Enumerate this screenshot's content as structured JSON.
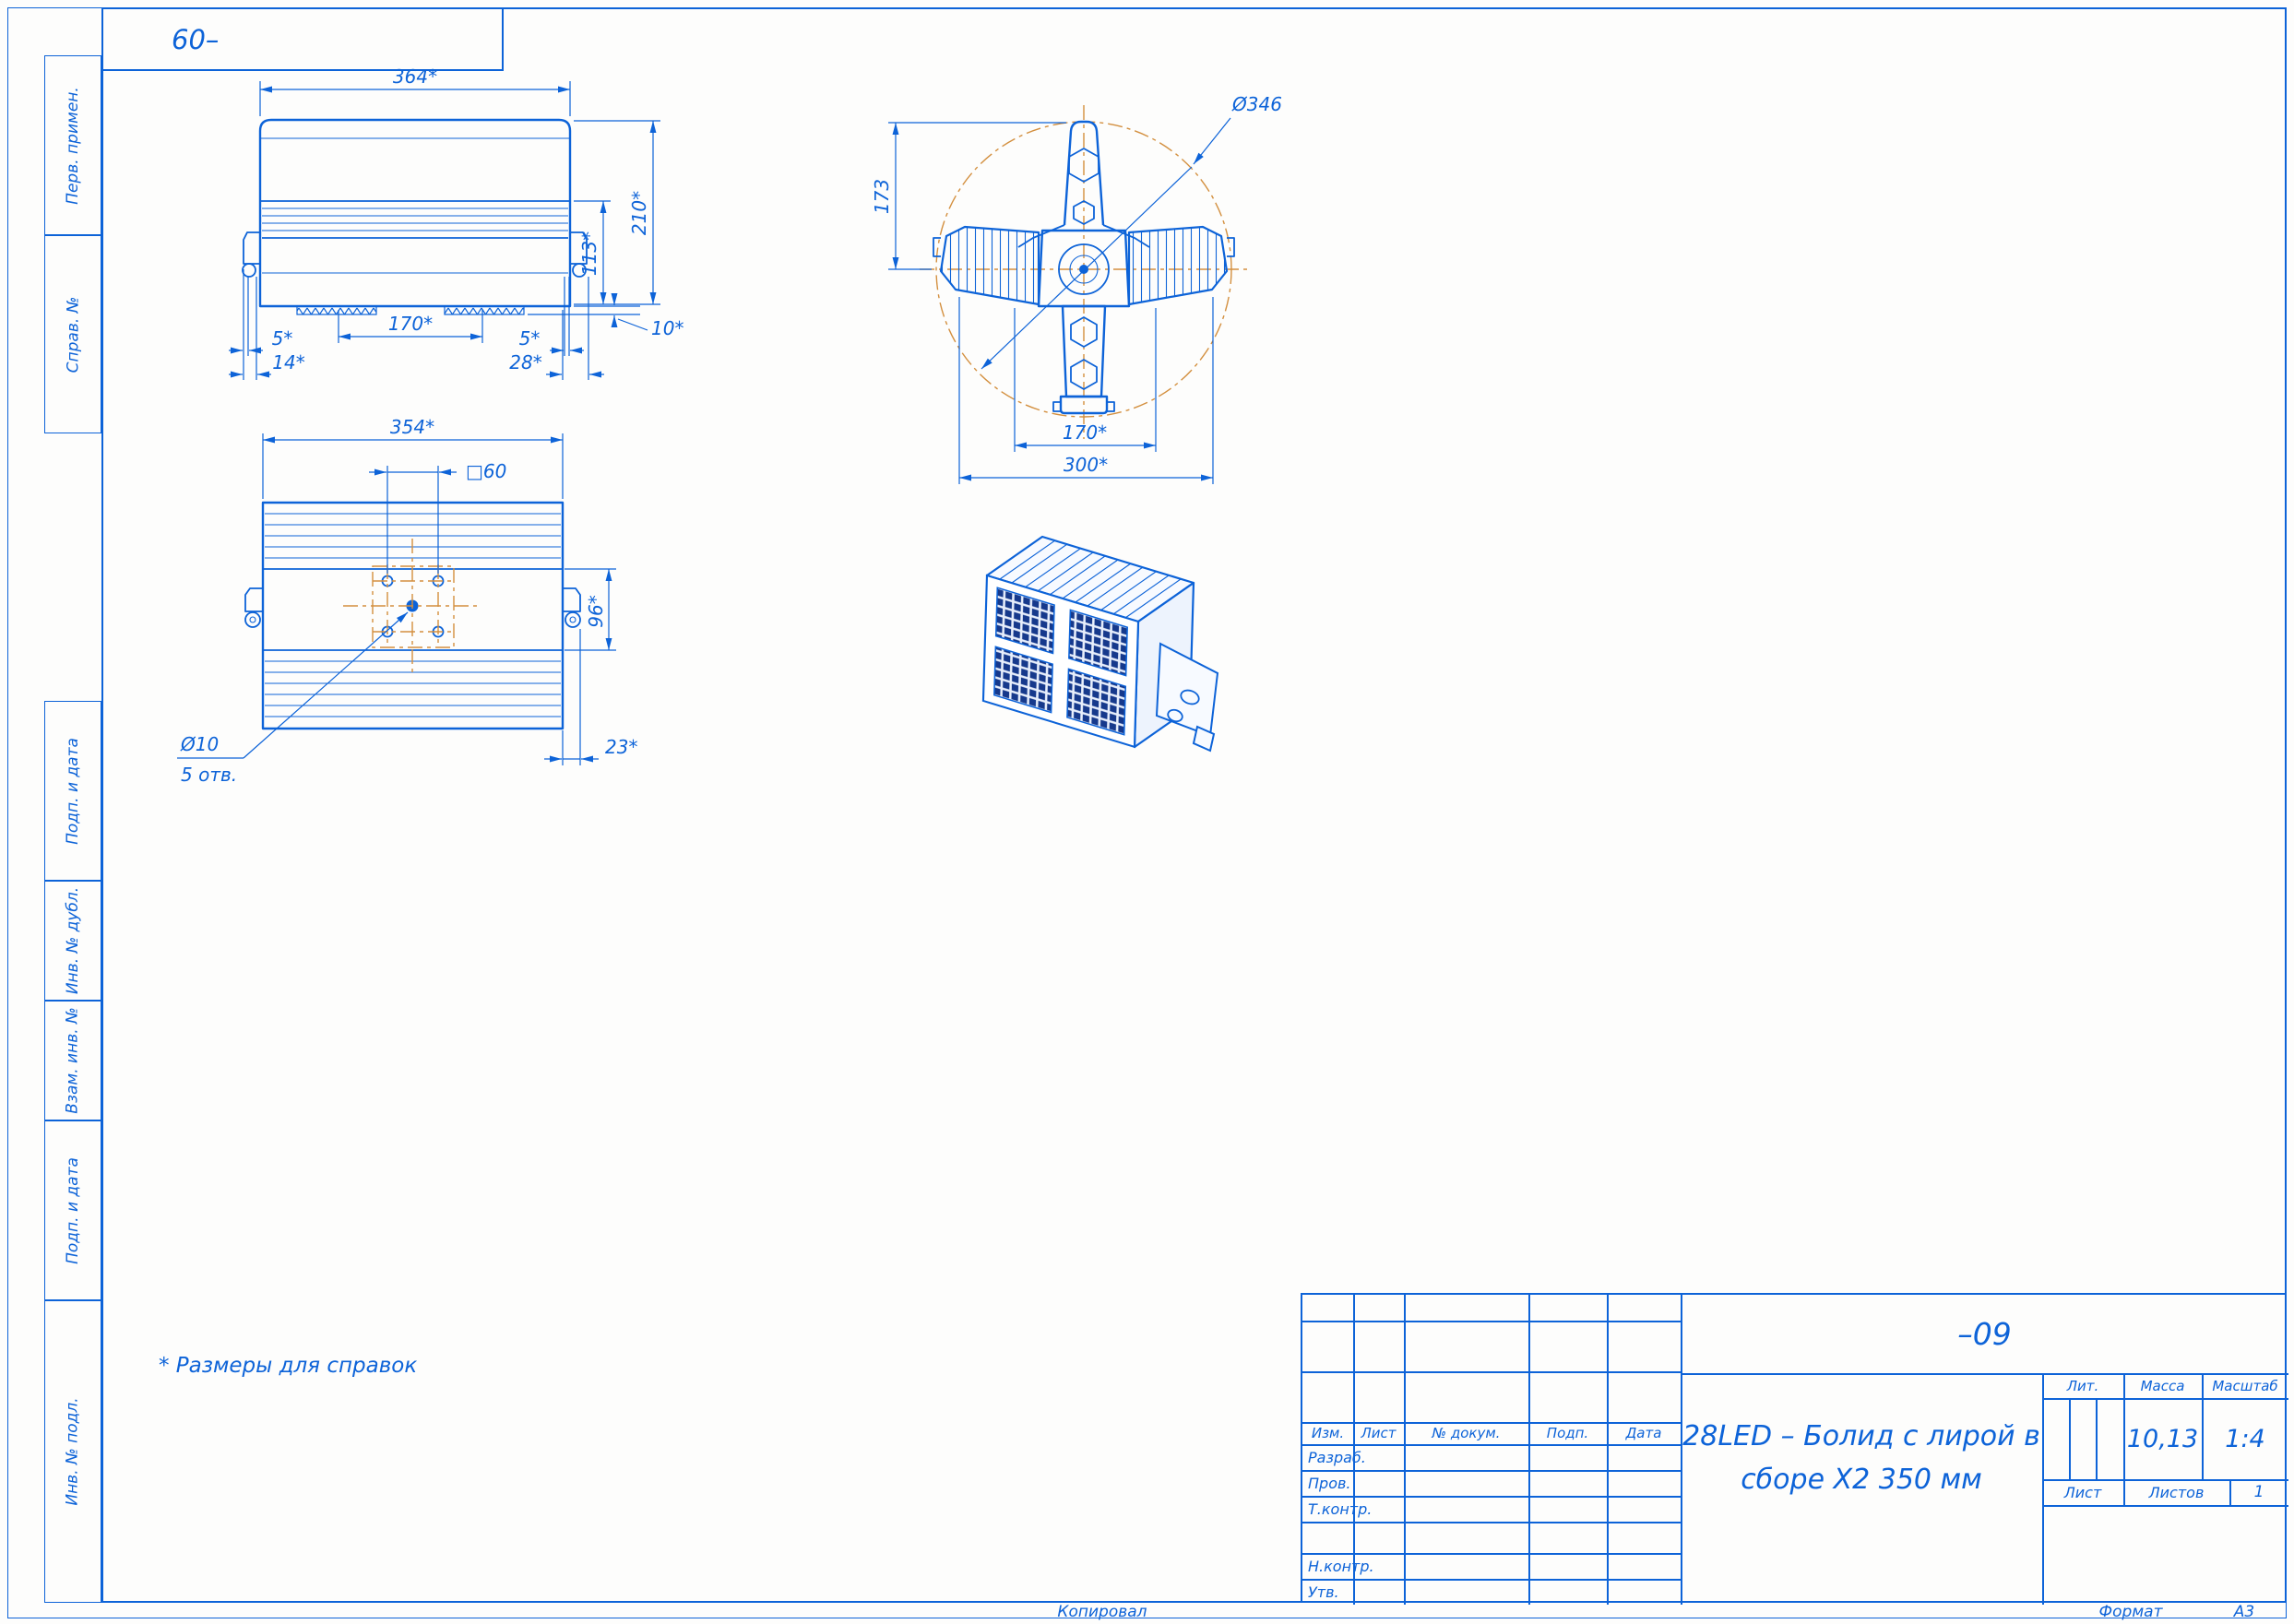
{
  "colors": {
    "line": "#0d63d8",
    "centerline": "#d38f3e"
  },
  "stamp": {
    "text": "60–"
  },
  "margin": {
    "labels": [
      "Перв. примен.",
      "Справ. №",
      "Подп. и дата",
      "Инв. № дубл.",
      "Взам. инв. №",
      "Подп. и дата",
      "Инв. № подл."
    ]
  },
  "front_view": {
    "width": "364*",
    "height": "210*",
    "fins": "113*",
    "centers": "170*",
    "foot": "10*",
    "l1": "5*",
    "l2": "14*",
    "r1": "5*",
    "r2": "28*"
  },
  "plan_view": {
    "width": "354*",
    "square": "□60",
    "band": "96*",
    "ear": "23*",
    "hole": "Ø10",
    "holes_note": "5 отв."
  },
  "side_view": {
    "diameter": "Ø346",
    "half": "173",
    "centers": "170*",
    "width": "300*"
  },
  "note": "* Размеры для справок",
  "title_block": {
    "headers": [
      "Изм.",
      "Лист",
      "№ докум.",
      "Подп.",
      "Дата"
    ],
    "rows": [
      "Разраб.",
      "Пров.",
      "Т.контр.",
      "Н.контр.",
      "Утв."
    ],
    "doc": "–09",
    "name1": "28LED – Болид с лирой в",
    "name2": "сборе Х2 350 мм",
    "lit": "Лит.",
    "mass": "Масса",
    "scale": "Масштаб",
    "mass_value": "10,13",
    "scale_value": "1:4",
    "sheet": "Лист",
    "sheets": "Листов",
    "sheets_value": "1"
  },
  "footer": {
    "copied": "Копировал",
    "format": "Формат",
    "format_value": "А3"
  }
}
